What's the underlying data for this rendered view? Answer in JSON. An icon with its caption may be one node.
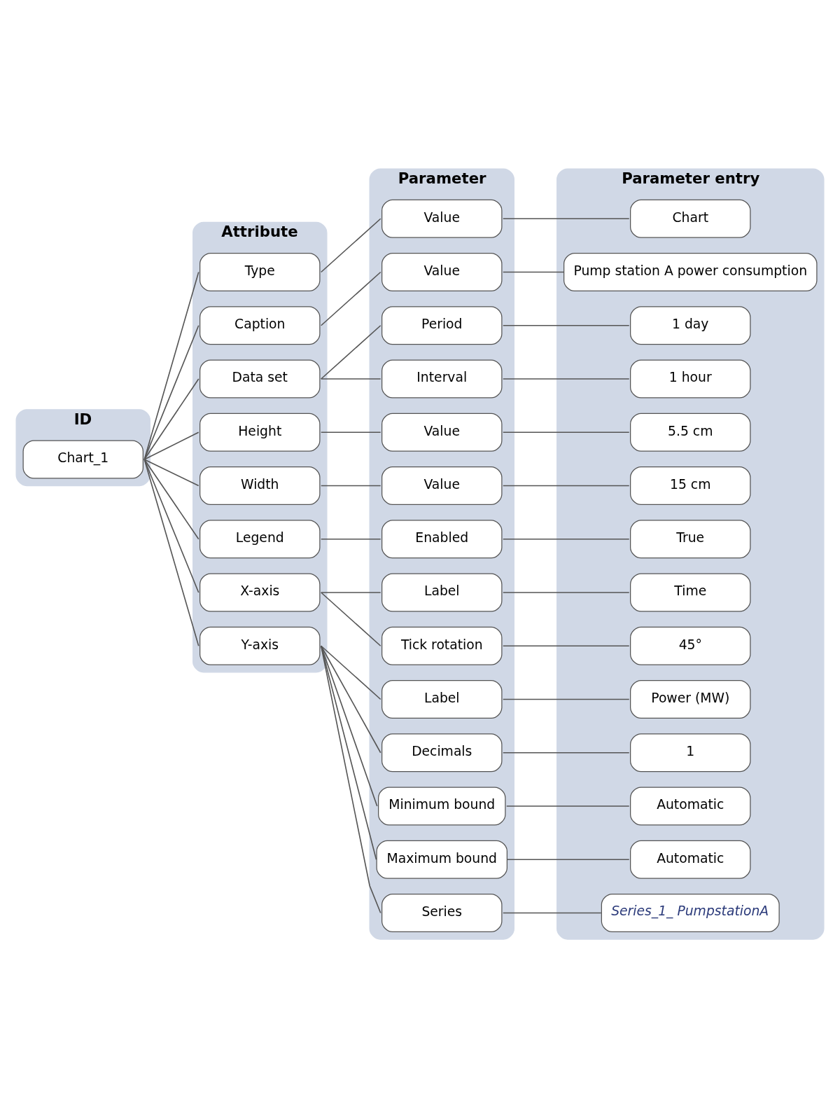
{
  "diagram": {
    "nodes": [
      {
        "text": [
          "ID"
        ]
      },
      {
        "text": [
          "Chart_1"
        ],
        "in": 0
      },
      {
        "text": [
          "Attribute"
        ]
      },
      {
        "text": [
          "Type"
        ],
        "in": 2
      },
      {
        "text": [
          "Caption"
        ],
        "in": 2
      },
      {
        "text": [
          "Data set"
        ],
        "in": 2
      },
      {
        "text": [
          "Height"
        ],
        "in": 2
      },
      {
        "text": [
          "Width"
        ],
        "in": 2
      },
      {
        "text": [
          "Legend"
        ],
        "in": 2
      },
      {
        "text": [
          "X-axis"
        ],
        "in": 2
      },
      {
        "text": [
          "Y-axis"
        ],
        "in": 2
      },
      {
        "text": [
          "Parameter"
        ]
      },
      {
        "text": [
          "Value"
        ],
        "in": 11
      },
      {
        "text": [
          "Value"
        ],
        "in": 11
      },
      {
        "text": [
          "Period"
        ],
        "in": 11
      },
      {
        "text": [
          "Interval"
        ],
        "in": 11
      },
      {
        "text": [
          "Value"
        ],
        "in": 11
      },
      {
        "text": [
          "Value"
        ],
        "in": 11
      },
      {
        "text": [
          "Enabled"
        ],
        "in": 11
      },
      {
        "text": [
          "Label"
        ],
        "in": 11
      },
      {
        "text": [
          "Tick rotation"
        ],
        "in": 11
      },
      {
        "text": [
          "Label"
        ],
        "in": 11
      },
      {
        "text": [
          "Decimals"
        ],
        "in": 11
      },
      {
        "text": [
          "Minimum bound"
        ],
        "in": 11
      },
      {
        "text": [
          "Maximum bound"
        ],
        "in": 11
      },
      {
        "text": [
          "Series"
        ],
        "in": 11
      },
      {
        "text": [
          "Parameter entry"
        ]
      },
      {
        "text": [
          "Chart"
        ],
        "in": 26
      },
      {
        "text": [
          "Pump station A power consumption"
        ],
        "in": 26
      },
      {
        "text": [
          "1 day"
        ],
        "in": 26
      },
      {
        "text": [
          "1 hour"
        ],
        "in": 26
      },
      {
        "text": [
          "5.5 cm"
        ],
        "in": 26
      },
      {
        "text": [
          "15 cm"
        ],
        "in": 26
      },
      {
        "text": [
          "True"
        ],
        "in": 26
      },
      {
        "text": [
          "Time"
        ],
        "in": 26
      },
      {
        "text": [
          "45°"
        ],
        "in": 26
      },
      {
        "text": [
          "Power (MW)"
        ],
        "in": 26
      },
      {
        "text": [
          "1"
        ],
        "in": 26
      },
      {
        "text": [
          "Automatic"
        ],
        "in": 26
      },
      {
        "text": [
          "Automatic"
        ],
        "in": 26
      },
      {
        "text": [
          "Series_1_ PumpstationA"
        ],
        "in": 26
      }
    ],
    "edges": [
      {
        "from": 1,
        "to": 3,
        "arrow": "none"
      },
      {
        "from": 1,
        "to": 4,
        "arrow": "none"
      },
      {
        "from": 1,
        "to": 5,
        "arrow": "none"
      },
      {
        "from": 1,
        "to": 6,
        "arrow": "none"
      },
      {
        "from": 1,
        "to": 7,
        "arrow": "none"
      },
      {
        "from": 1,
        "to": 8,
        "arrow": "none"
      },
      {
        "from": 1,
        "to": 9,
        "arrow": "none"
      },
      {
        "from": 1,
        "to": 10,
        "arrow": "none"
      },
      {
        "from": 3,
        "to": 12,
        "arrow": "none"
      },
      {
        "from": 4,
        "to": 13,
        "arrow": "none"
      },
      {
        "from": 5,
        "to": 14,
        "arrow": "none"
      },
      {
        "from": 5,
        "to": 15,
        "arrow": "none"
      },
      {
        "from": 6,
        "to": 16,
        "arrow": "none"
      },
      {
        "from": 7,
        "to": 17,
        "arrow": "none"
      },
      {
        "from": 8,
        "to": 18,
        "arrow": "none"
      },
      {
        "from": 9,
        "to": 19,
        "arrow": "none"
      },
      {
        "from": 9,
        "to": 20,
        "arrow": "none"
      },
      {
        "from": 10,
        "to": 21,
        "arrow": "none"
      },
      {
        "from": 10,
        "to": 22,
        "arrow": "none"
      },
      {
        "from": 10,
        "to": 23,
        "arrow": "none"
      },
      {
        "from": 10,
        "to": 24,
        "arrow": "none"
      },
      {
        "from": 10,
        "to": 25,
        "arrow": "none"
      },
      {
        "from": 12,
        "to": 27,
        "arrow": "none"
      },
      {
        "from": 13,
        "to": 28,
        "arrow": "none"
      },
      {
        "from": 14,
        "to": 29,
        "arrow": "none"
      },
      {
        "from": 15,
        "to": 30,
        "arrow": "none"
      },
      {
        "from": 16,
        "to": 31,
        "arrow": "none"
      },
      {
        "from": 17,
        "to": 32,
        "arrow": "none"
      },
      {
        "from": 18,
        "to": 33,
        "arrow": "none"
      },
      {
        "from": 19,
        "to": 34,
        "arrow": "none"
      },
      {
        "from": 20,
        "to": 35,
        "arrow": "none"
      },
      {
        "from": 21,
        "to": 36,
        "arrow": "none"
      },
      {
        "from": 22,
        "to": 37,
        "arrow": "none"
      },
      {
        "from": 23,
        "to": 38,
        "arrow": "none"
      },
      {
        "from": 24,
        "to": 39,
        "arrow": "none"
      },
      {
        "from": 25,
        "to": 40,
        "arrow": "none"
      }
    ]
  }
}
